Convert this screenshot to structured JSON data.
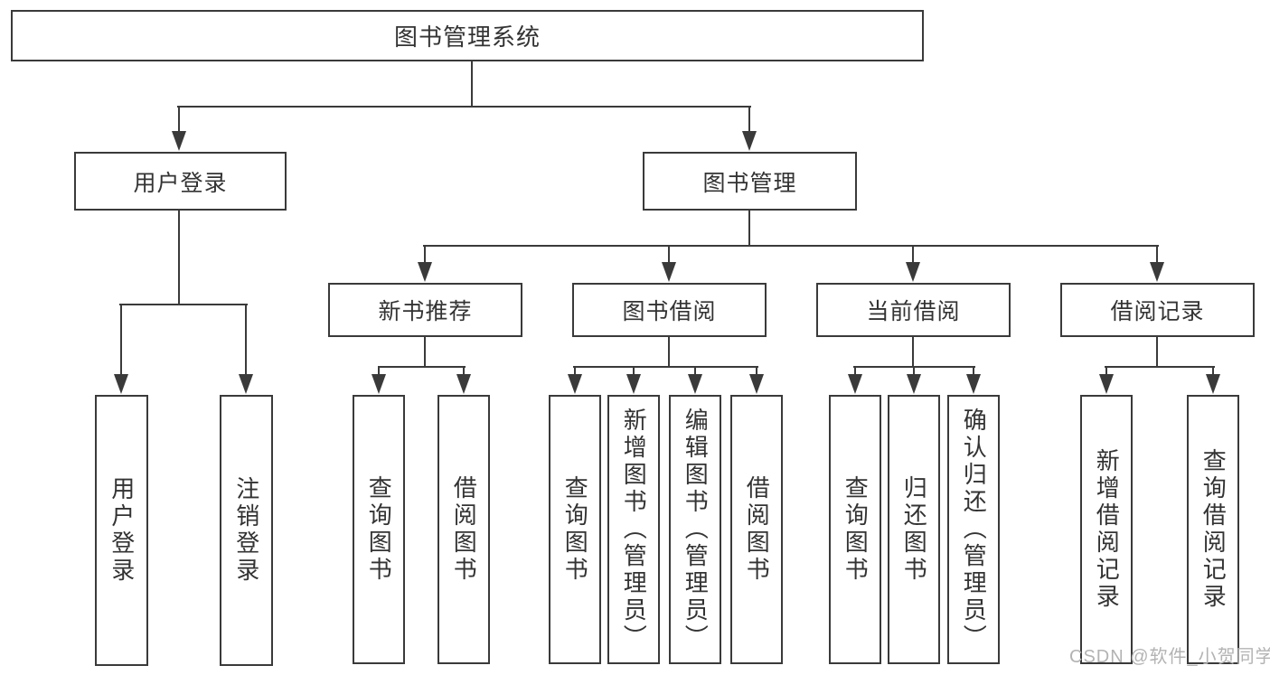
{
  "diagram": {
    "title": "图书管理系统",
    "nodes": {
      "root": "图书管理系统",
      "user_login": "用户登录",
      "book_management": "图书管理",
      "new_book_recommend": "新书推荐",
      "book_borrowing": "图书借阅",
      "current_borrowing": "当前借阅",
      "borrowing_records": "借阅记录",
      "ul_user_login": "用户登录",
      "ul_logout": "注销登录",
      "nb_query_books": "查询图书",
      "nb_borrow_books": "借阅图书",
      "bb_query_books": "查询图书",
      "bb_add_books_admin": "新增图书（管理员）",
      "bb_edit_books_admin": "编辑图书（管理员）",
      "bb_borrow_books": "借阅图书",
      "cb_query_books": "查询图书",
      "cb_return_books": "归还图书",
      "cb_confirm_return_admin": "确认归还（管理员）",
      "br_add_record": "新增借阅记录",
      "br_query_record": "查询借阅记录"
    },
    "watermark": "CSDN @软件_小贺同学",
    "colors": {
      "line": "#3a3a3a",
      "text": "#333333",
      "watermark": "#b3b3b3",
      "background": "#ffffff"
    }
  }
}
